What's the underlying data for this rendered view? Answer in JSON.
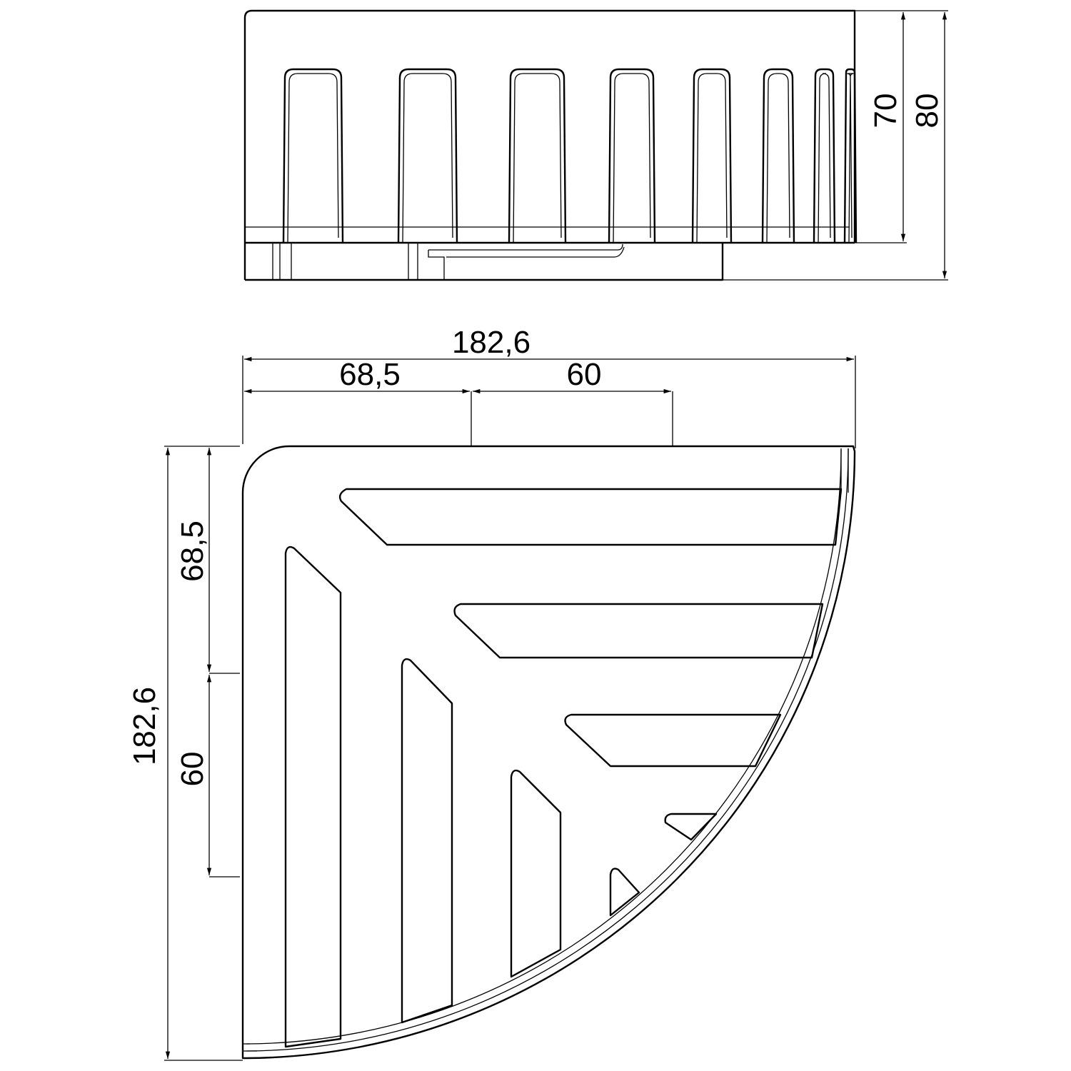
{
  "top_view": {
    "dimensions": {
      "inner_height": "70",
      "total_height": "80"
    }
  },
  "plan_view": {
    "dimensions": {
      "overall_width": "182,6",
      "offset_width": "68,5",
      "hole_spacing_width": "60",
      "overall_depth": "182,6",
      "offset_depth": "68,5",
      "hole_spacing_depth": "60"
    }
  },
  "colors": {
    "line": "#000000",
    "background": "#ffffff"
  }
}
